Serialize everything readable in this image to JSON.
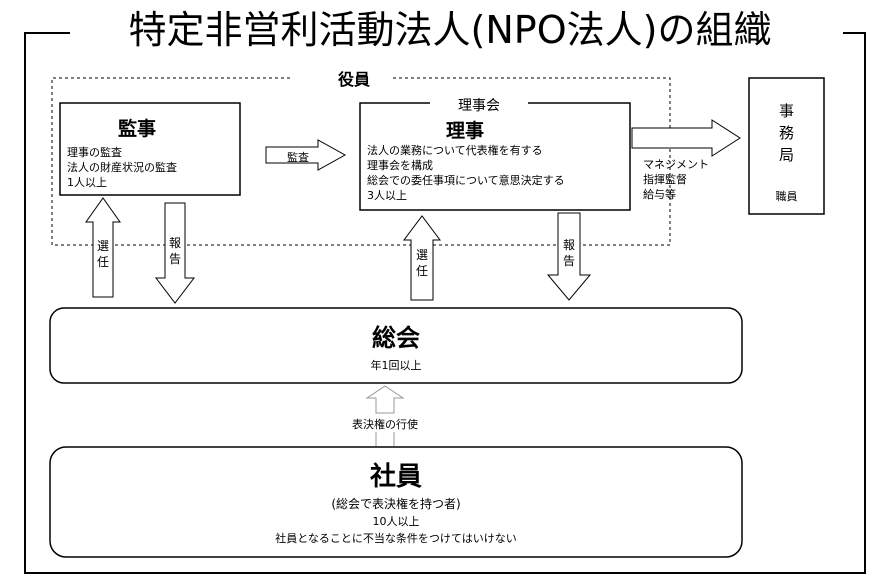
{
  "title": "特定非営利活動法人(NPO法人)の組織",
  "officers": {
    "label": "役員"
  },
  "auditor": {
    "title": "監事",
    "lines": [
      "理事の監査",
      "法人の財産状況の監査",
      "1人以上"
    ]
  },
  "board": {
    "label": "理事会",
    "title": "理事",
    "lines": [
      "法人の業務について代表権を有する",
      "理事会を構成",
      "総会での委任事項について意思決定する",
      "3人以上"
    ]
  },
  "secretariat": {
    "title_chars": [
      "事",
      "務",
      "局"
    ],
    "staff": "職員"
  },
  "arrows": {
    "audit": "監査",
    "management": [
      "マネジメント",
      "指揮監督",
      "給与等"
    ],
    "elect_left": [
      "選",
      "任"
    ],
    "report_left": [
      "報",
      "告"
    ],
    "elect_right": [
      "選",
      "任"
    ],
    "report_right": [
      "報",
      "告"
    ],
    "vote": "表決権の行使"
  },
  "general_meeting": {
    "title": "総会",
    "sub": "年1回以上"
  },
  "members": {
    "title": "社員",
    "lines": [
      "(総会で表決権を持つ者)",
      "10人以上",
      "社員となることに不当な条件をつけてはいけない"
    ]
  }
}
